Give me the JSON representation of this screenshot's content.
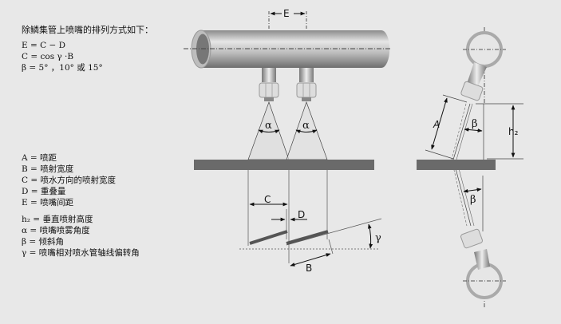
{
  "intro": {
    "title": "除鳞集管上喷嘴的排列方式如下：",
    "formulas": [
      "E = C − D",
      "C = cos γ ·B",
      "β = 5° ，10° 或 15°"
    ]
  },
  "legend": {
    "group1": [
      "A = 喷距",
      "B = 喷射宽度",
      "C = 喷水方向的喷射宽度",
      "D = 重叠量",
      "E = 喷嘴间距"
    ],
    "group2": [
      "h₂ = 垂直喷射高度",
      "α = 喷嘴喷雾角度",
      "β = 倾斜角",
      "γ = 喷嘴相对喷水管轴线偏转角"
    ]
  },
  "diagram": {
    "labels": {
      "E": "E",
      "alpha": "α",
      "C": "C",
      "D": "D",
      "B": "B",
      "gamma": "γ",
      "A": "A",
      "beta": "β",
      "h2": "h₂"
    }
  }
}
